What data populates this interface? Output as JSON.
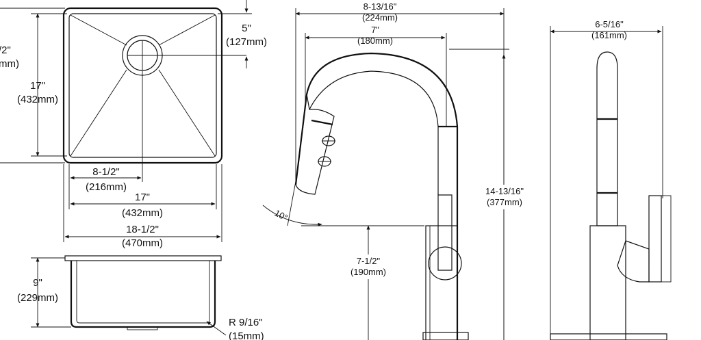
{
  "sink_top": {
    "width_total": "18-1/2\"",
    "width_total_mm": "(470mm)",
    "width_bowl": "17\"",
    "width_bowl_mm": "(432mm)",
    "drain_offset": "8-1/2\"",
    "drain_offset_mm": "(216mm)",
    "depth_bowl": "17\"",
    "depth_bowl_mm": "(432mm)",
    "depth_total_partial": "/2\"",
    "depth_total_partial_mm": "mm)",
    "drain_from_back": "5\"",
    "drain_from_back_mm": "(127mm)"
  },
  "sink_side": {
    "height": "9\"",
    "height_mm": "(229mm)",
    "radius": "R 9/16\"",
    "radius_mm": "(15mm)"
  },
  "faucet_side": {
    "reach_total": "8-13/16\"",
    "reach_total_mm": "(224mm)",
    "reach_spout": "7\"",
    "reach_spout_mm": "(180mm)",
    "height_total": "14-13/16\"",
    "height_total_mm": "(377mm)",
    "spout_clearance": "7-1/2\"",
    "spout_clearance_mm": "(190mm)",
    "angle": "10°"
  },
  "faucet_front": {
    "width": "6-5/16\"",
    "width_mm": "(161mm)"
  }
}
